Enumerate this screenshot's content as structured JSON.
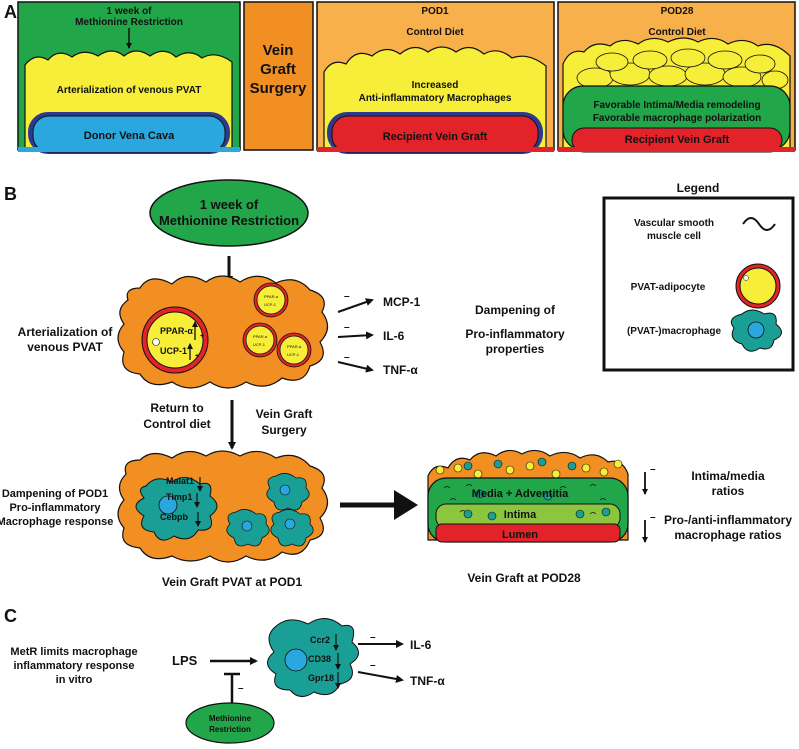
{
  "panel_a": {
    "letter": "A",
    "box1": {
      "top1": "1 week of",
      "top2": "Methionine Restriction",
      "pvat": "Arterialization of venous PVAT",
      "vessel": "Donor Vena Cava"
    },
    "surgery": {
      "l1": "Vein",
      "l2": "Graft",
      "l3": "Surgery"
    },
    "box3": {
      "header": "POD1",
      "diet": "Control Diet",
      "mac1": "Increased",
      "mac2": "Anti-inflammatory Macrophages",
      "vessel": "Recipient Vein Graft"
    },
    "box4": {
      "header": "POD28",
      "diet": "Control Diet",
      "rem1": "Favorable Intima/Media remodeling",
      "rem2": "Favorable macrophage polarization",
      "vessel": "Recipient Vein Graft"
    }
  },
  "panel_b": {
    "letter": "B",
    "metr1": "1 week of",
    "metr2": "Methionine Restriction",
    "arter1": "Arterialization of",
    "arter2": "venous PVAT",
    "ppar": "PPAR-α",
    "ucp": "UCP-1",
    "small_ppar": "PPAR-α",
    "small_ucp": "UCP-1",
    "minus": "–",
    "mcp": "MCP-1",
    "il6": "IL-6",
    "tnf": "TNF-α",
    "damp1": "Dampening of",
    "damp2": "Pro-inflammatory",
    "damp3": "properties",
    "return1": "Return to",
    "return2": "Control diet",
    "vgs1": "Vein Graft",
    "vgs2": "Surgery",
    "dpod1": "Dampening of POD1",
    "dpod2": "Pro-inflammatory",
    "dpod3": "Macrophage response",
    "malat": "Malat1",
    "timp": "Timp1",
    "cebpb": "Cebpb",
    "pvat_pod1": "Vein Graft PVAT at POD1",
    "media": "Media + Adventitia",
    "intima": "Intima",
    "lumen": "Lumen",
    "vg_pod28": "Vein Graft at POD28",
    "im1": "Intima/media",
    "im2": "ratios",
    "pa1": "Pro-/anti-inflammatory",
    "pa2": "macrophage ratios",
    "legend": {
      "title": "Legend",
      "vsmc1": "Vascular smooth",
      "vsmc2": "muscle cell",
      "adipo": "PVAT-adipocyte",
      "macro": "(PVAT-)macrophage"
    }
  },
  "panel_c": {
    "letter": "C",
    "metr1": "MetR limits macrophage",
    "metr2": "inflammatory response",
    "metr3": "in vitro",
    "lps": "LPS",
    "ccr2": "Ccr2",
    "cd38": "CD38",
    "gpr18": "Gpr18",
    "il6": "IL-6",
    "tnf": "TNF-α",
    "mr1": "Methionine",
    "mr2": "Restriction"
  },
  "colors": {
    "green": "#22a64a",
    "orange": "#f6a23c",
    "yellow": "#f7ee3a",
    "blue": "#2aa7df",
    "red": "#e3232a",
    "teal": "#1a9f96",
    "navy": "#2b3990"
  }
}
